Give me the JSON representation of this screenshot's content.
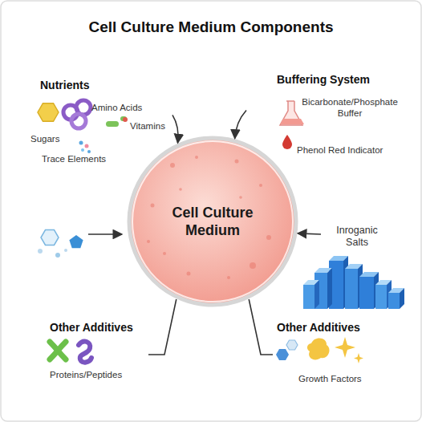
{
  "diagram": {
    "title": "Cell Culture Medium Components",
    "nodes": [
      {
        "text": [
          "Nutrients",
          "Amino Acids",
          "Vitamins",
          "Sugars",
          "Trace Elements"
        ]
      },
      {
        "text": [
          "Buffering System",
          "Bicarbonate/Phosphate Buffer",
          "Phenol Red Indicator"
        ]
      },
      {
        "text": [
          "Cell Culture Medium"
        ]
      },
      {
        "text": [
          "Inroganic Salts"
        ]
      },
      {
        "text": [
          "Other Additives",
          "Proteins/Peptides"
        ]
      },
      {
        "text": [
          "Other Additives",
          "Growth Factors"
        ]
      }
    ],
    "edges": [
      {
        "from": 0,
        "to": 2,
        "arrow": "to"
      },
      {
        "from": 1,
        "to": 2,
        "arrow": "to"
      },
      {
        "from": 3,
        "to": 2,
        "arrow": "to"
      },
      {
        "from": 4,
        "to": 2,
        "arrow": "none"
      },
      {
        "from": 5,
        "to": 2,
        "arrow": "none"
      }
    ]
  }
}
